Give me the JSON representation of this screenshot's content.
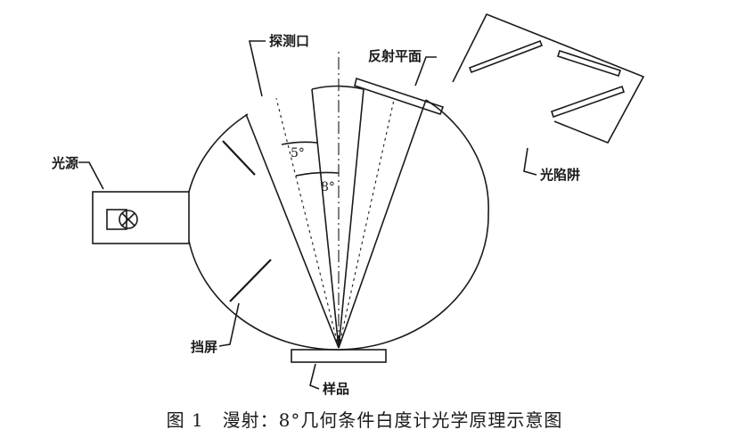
{
  "labels": {
    "probe_port": "探测口",
    "reflective_plane": "反射平面",
    "light_source": "光源",
    "light_trap": "光陷阱",
    "baffle": "挡屏",
    "sample": "样品",
    "angle_5": "5°",
    "angle_8": "8°"
  },
  "caption": "图 1　漫射：8°几何条件白度计光学原理示意图"
}
